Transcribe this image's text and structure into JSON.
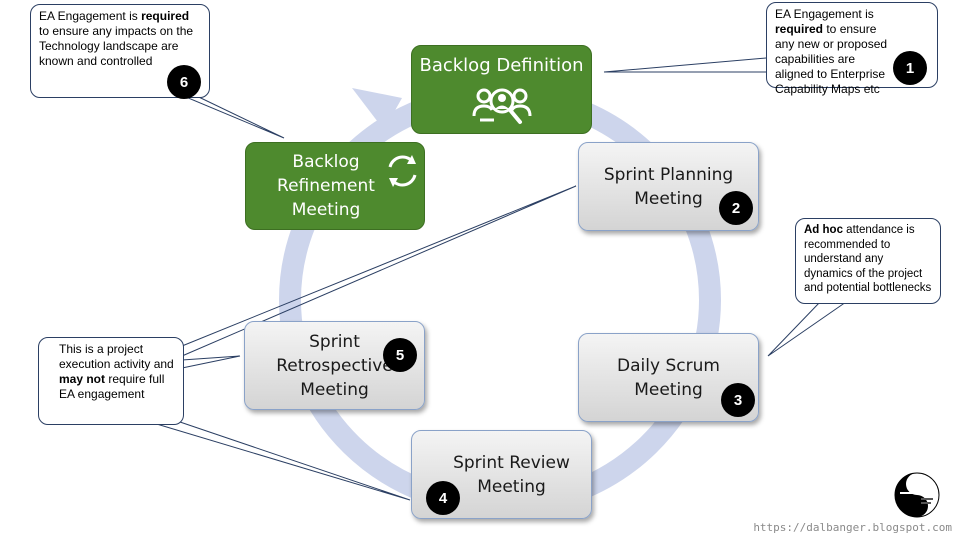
{
  "nodes": [
    {
      "id": "backlog-definition",
      "title": "Backlog Definition",
      "icon": "team-search-icon",
      "color": "#4e8a2e"
    },
    {
      "id": "sprint-planning",
      "title": "Sprint Planning Meeting",
      "number": "2"
    },
    {
      "id": "daily-scrum",
      "title": "Daily Scrum Meeting",
      "number": "3"
    },
    {
      "id": "sprint-review",
      "title": "Sprint Review Meeting",
      "number": "4"
    },
    {
      "id": "sprint-retrospective",
      "title": "Sprint Retrospective Meeting",
      "number": "5"
    },
    {
      "id": "backlog-refinement",
      "title": "Backlog Refinement Meeting",
      "icon": "refresh-cycle-icon",
      "color": "#4e8a2e"
    }
  ],
  "callouts": {
    "c1": {
      "pre": "EA Engagement is ",
      "bold": "required",
      "post": " to ensure any new or proposed capabilities are aligned to Enterprise Capability Maps etc",
      "number": "1"
    },
    "c6": {
      "pre": "EA Engagement is ",
      "bold": "required",
      "post": " to ensure any impacts on the Technology landscape are known and controlled",
      "number": "6"
    },
    "cadhoc": {
      "bold": "Ad hoc",
      "post": " attendance is recommended to understand any dynamics of the project and potential bottlenecks"
    },
    "cexec": {
      "pre": "This is a project execution activity and ",
      "bold": "may not",
      "post": " require full EA engagement"
    }
  },
  "footer": {
    "url": "https://dalbanger.blogspot.com"
  },
  "colors": {
    "cycle_ring": "#cdd5ec",
    "green": "#4e8a2e",
    "callout_border": "#2b3f63"
  }
}
